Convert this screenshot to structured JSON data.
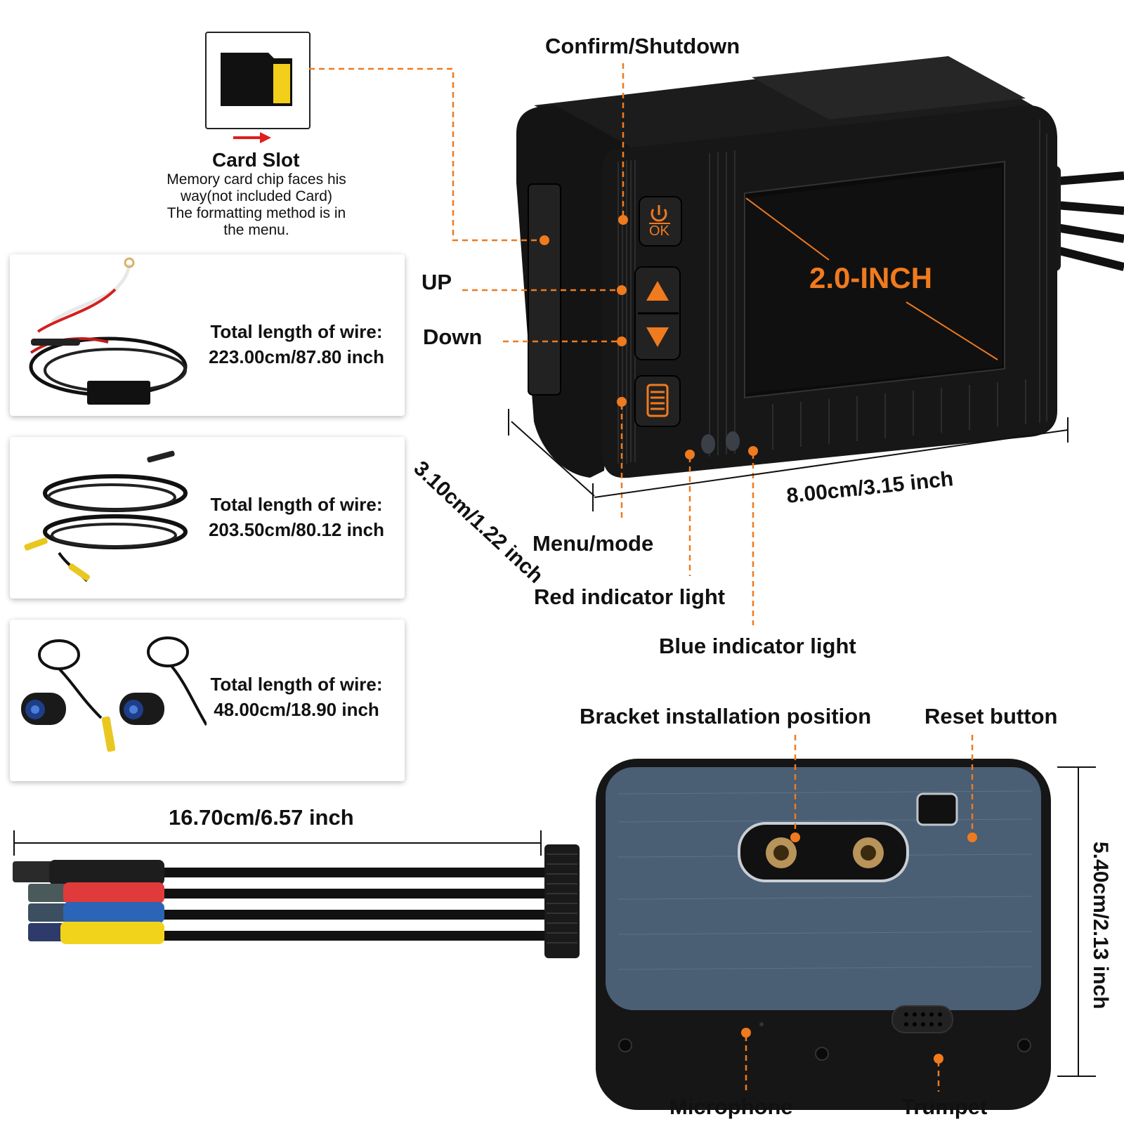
{
  "card_slot": {
    "title": "Card Slot",
    "lines": [
      "Memory card chip faces his",
      "way(not included Card)",
      "The formatting method is in",
      "the menu."
    ]
  },
  "wires": [
    {
      "label": "Total length of wire:",
      "value": "223.00cm/87.80 inch"
    },
    {
      "label": "Total length of wire:",
      "value": "203.50cm/80.12 inch"
    },
    {
      "label": "Total length of wire:",
      "value": "48.00cm/18.90 inch"
    }
  ],
  "front_labels": {
    "confirm": "Confirm/Shutdown",
    "up": "UP",
    "down": "Down",
    "menu": "Menu/mode",
    "red_light": "Red indicator light",
    "blue_light": "Blue indicator light",
    "screen": "2.0-INCH",
    "ok": "OK"
  },
  "dimensions": {
    "depth": "3.10cm/1.22 inch",
    "width": "8.00cm/3.15 inch",
    "cable_length": "16.70cm/6.57 inch",
    "height": "5.40cm/2.13 inch"
  },
  "back_labels": {
    "bracket": "Bracket installation position",
    "reset": "Reset button",
    "microphone": "Microphone",
    "trumpet": "Trumpet"
  },
  "colors": {
    "accent": "#f07a1e",
    "body": "#1a1a1a",
    "back_panel": "#4a5e74",
    "connector_red": "#e03a3a",
    "connector_blue": "#2c64b8",
    "connector_yellow": "#f2d31b"
  }
}
